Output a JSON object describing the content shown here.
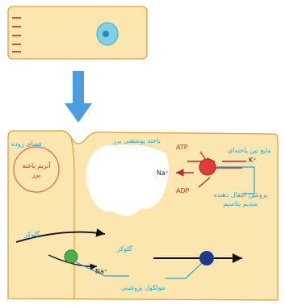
{
  "labels": {
    "intestine_space": "فضای روده",
    "absorptive_cell": "یاخته پوششی پرز",
    "interstitial_fluid": "مایع بین یاخته‌ای",
    "villus_enzyme": "آنزیم یاخته پرز",
    "atp": "ATP",
    "adp": "ADP",
    "k_ion": "K⁺",
    "na_ion_pump": "Na⁺",
    "na_ion_cotransport": "Na⁺",
    "pump_protein": "پروتئین انتقال دهنده سدیم پتاسیم",
    "glucose_left": "گلوکز",
    "glucose_right": "گلوکز",
    "cotransport_protein": "مولکول پروتئینی"
  },
  "colors": {
    "cell_fill": "#fbe6b0",
    "cell_outline": "#e0a23c",
    "arrow_blue": "#4a9ee0",
    "pump_red": "#e23b3b",
    "carrier_green": "#4caf50",
    "carrier_navy": "#1e3a8a",
    "label_cyan": "#1aa7d8",
    "nucleus_fill": "#7fd0e8"
  },
  "icons": {
    "flow_arrow": "down-arrow-icon"
  }
}
